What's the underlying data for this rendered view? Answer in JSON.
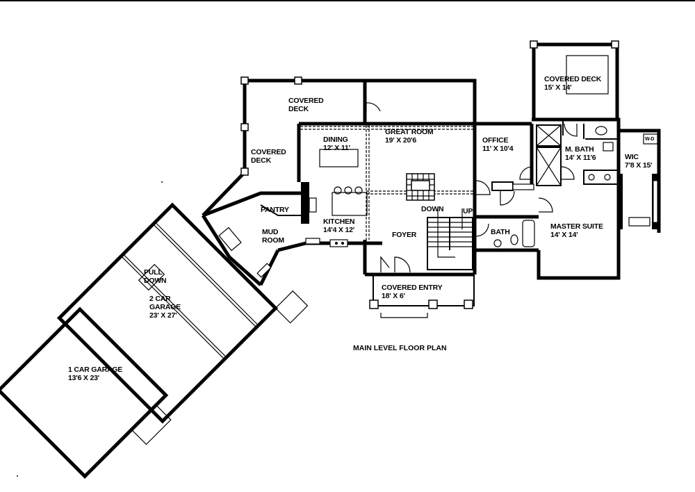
{
  "plan": {
    "title": "MAIN LEVEL FLOOR PLAN",
    "rooms": {
      "covered_deck_top": {
        "name_line1": "COVERED",
        "name_line2": "DECK"
      },
      "covered_deck_left": {
        "name_line1": "COVERED",
        "name_line2": "DECK"
      },
      "dining": {
        "name": "DINING",
        "size": "12' X 11'"
      },
      "great_room": {
        "name": "GREAT ROOM",
        "size": "19' X 20'6"
      },
      "office": {
        "name": "OFFICE",
        "size": "11' X 10'4"
      },
      "covered_deck_master": {
        "name": "COVERED DECK",
        "size": "15' X 14'"
      },
      "master_bath": {
        "name": "M. BATH",
        "size": "14' X 11'6"
      },
      "wic": {
        "name": "WIC",
        "size": "7'8 X 15'"
      },
      "pantry": {
        "name": "PANTRY"
      },
      "kitchen": {
        "name": "KITCHEN",
        "size": "14'4 X 12'"
      },
      "mud_room": {
        "name_line1": "MUD",
        "name_line2": "ROOM"
      },
      "foyer": {
        "name": "FOYER"
      },
      "bath": {
        "name": "BATH"
      },
      "master_suite": {
        "name": "MASTER SUITE",
        "size": "14' X 14'"
      },
      "covered_entry": {
        "name": "COVERED ENTRY",
        "size": "18' X 6'"
      },
      "garage_2car": {
        "name_line1": "2 CAR",
        "name_line2": "GARAGE",
        "size": "23' X 27'"
      },
      "garage_1car": {
        "name": "1 CAR GARAGE",
        "size": "13'6 X 23'"
      }
    },
    "annotations": {
      "pull_down_line1": "PULL",
      "pull_down_line2": "DOWN",
      "stairs_down": "DOWN",
      "stairs_up": "UP",
      "washer_dryer": "W-D"
    }
  }
}
